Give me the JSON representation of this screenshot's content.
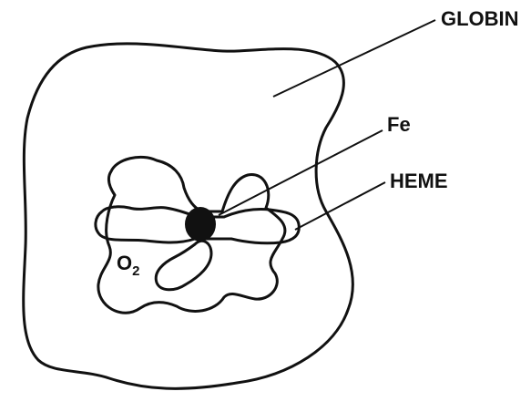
{
  "labels": {
    "globin": "GLOBIN",
    "iron": "Fe",
    "heme": "HEME",
    "oxygen_base": "O",
    "oxygen_subscript": "2"
  },
  "colors": {
    "ink": "#111111",
    "background": "#ffffff"
  }
}
